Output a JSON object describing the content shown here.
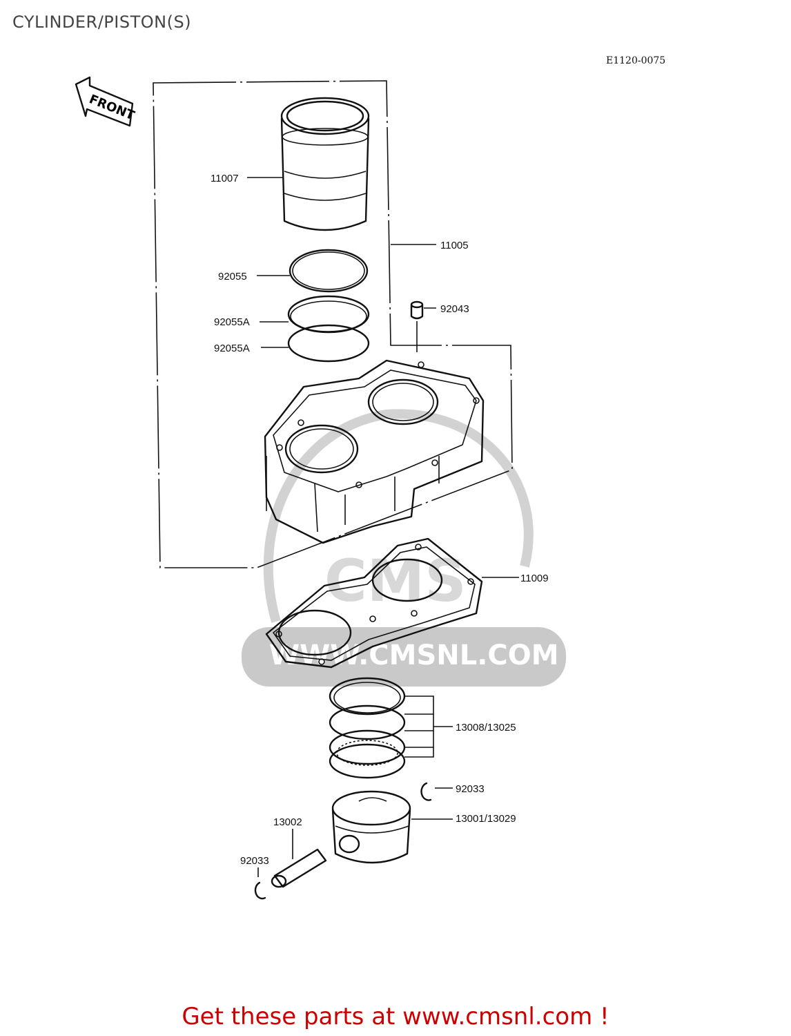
{
  "header": {
    "title": "CYLINDER/PISTON(S)",
    "diagram_code": "E1120-0075"
  },
  "orientation": {
    "label": "FRONT"
  },
  "watermark": {
    "text": "WWW.CMSNL.COM",
    "logo_text": "CMS"
  },
  "callouts": {
    "c11007": "11007",
    "c11005": "11005",
    "c92055": "92055",
    "c92043": "92043",
    "c92055a_1": "92055A",
    "c92055a_2": "92055A",
    "c11009": "11009",
    "c13008": "13008/13025",
    "c92033_right": "92033",
    "c13001": "13001/13029",
    "c13002": "13002",
    "c92033_left": "92033"
  },
  "footer": {
    "promo": "Get these parts at www.cmsnl.com !"
  }
}
